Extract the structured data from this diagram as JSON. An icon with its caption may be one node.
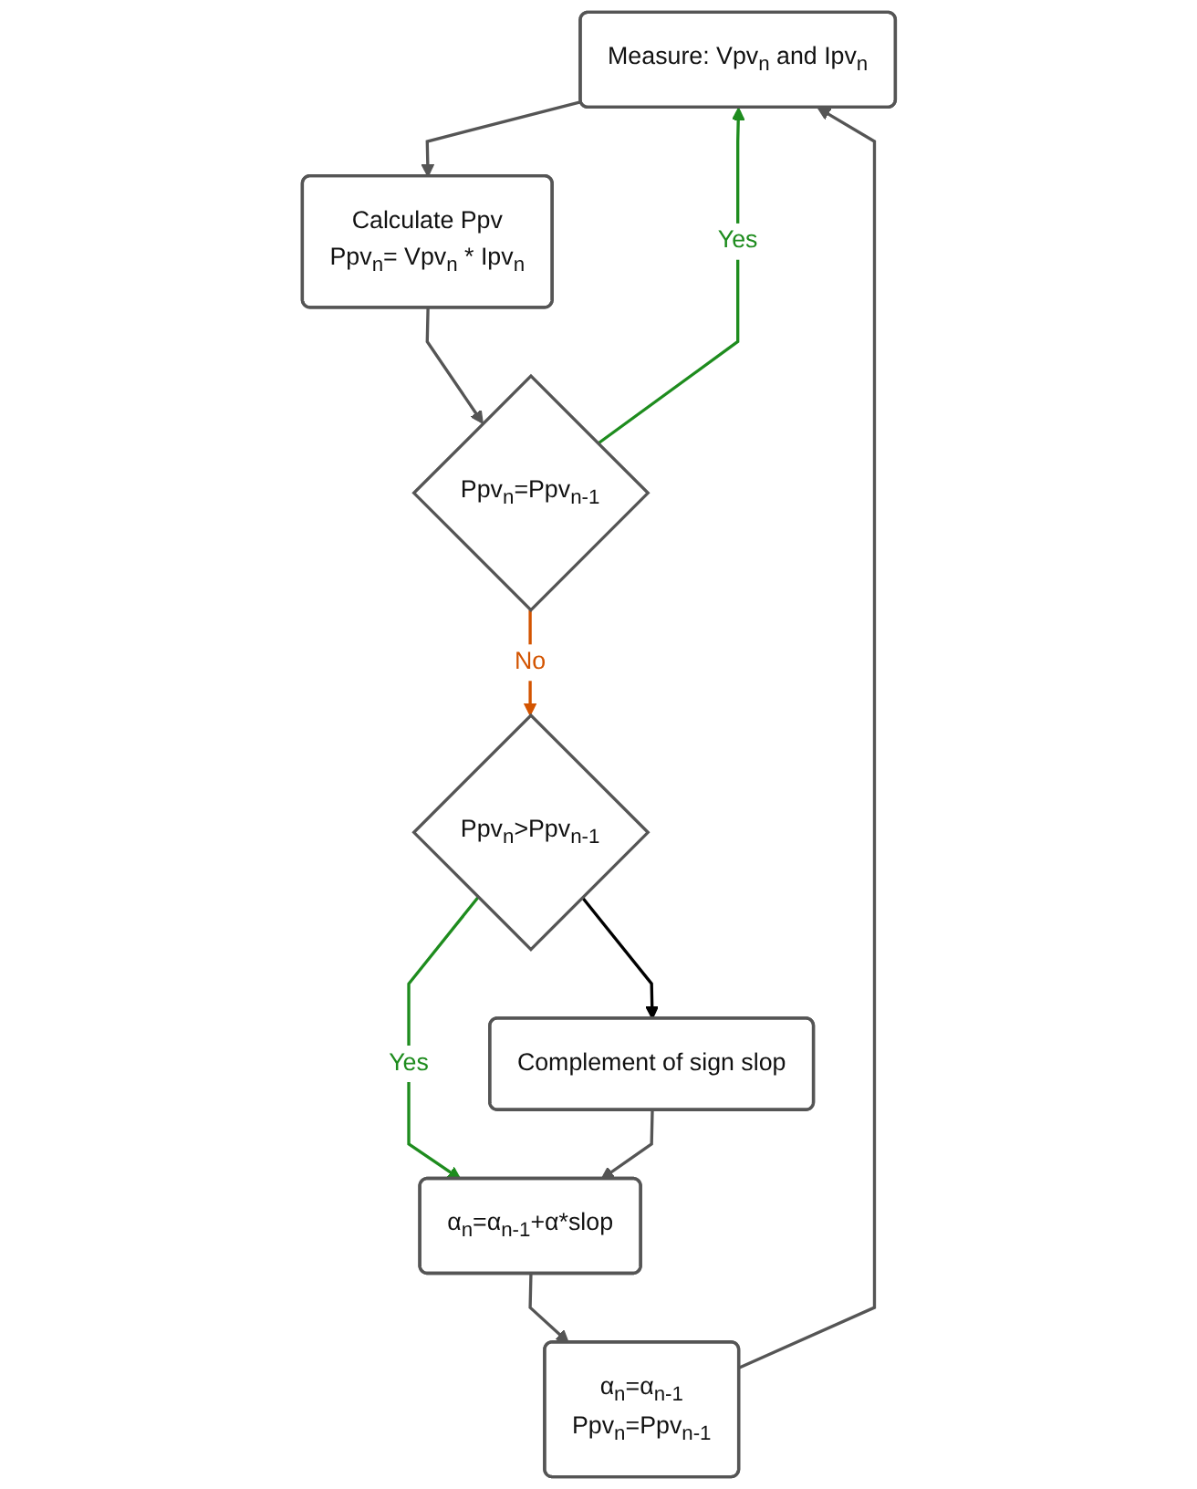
{
  "diagram": {
    "nodes": [
      {
        "text": [
          "Measure: Vpv$_{n}$ and Ipv$_{n}$"
        ]
      },
      {
        "text": [
          "Calculate Ppv",
          "Ppv$_{n}$= Vpv$_{n}$ * Ipv$_{n}$"
        ]
      },
      {
        "text": [
          "Ppv$_{n}$=Ppv$_{n-1}$"
        ]
      },
      {
        "text": [
          "Ppv$_{n}$>Ppv$_{n-1}$"
        ]
      },
      {
        "text": [
          "Complement of sign slop"
        ]
      },
      {
        "text": [
          "α$_{n}$=α$_{n-1}$+α*slop"
        ]
      },
      {
        "text": [
          "α$_{n}$=α$_{n-1}$",
          "Ppv$_{n}$=Ppv$_{n-1}$"
        ]
      }
    ],
    "edges": [
      {
        "from": 0,
        "to": 1,
        "arrow": "to"
      },
      {
        "from": 1,
        "to": 2,
        "arrow": "to"
      },
      {
        "from": 2,
        "to": 0,
        "arrow": "to",
        "label": "Yes",
        "color": "#1e8c1e"
      },
      {
        "from": 2,
        "to": 3,
        "arrow": "to",
        "label": "No",
        "color": "#d35400"
      },
      {
        "from": 3,
        "to": 4,
        "arrow": "to",
        "color": "#000000"
      },
      {
        "from": 3,
        "to": 5,
        "arrow": "to",
        "label": "Yes",
        "color": "#1e8c1e"
      },
      {
        "from": 4,
        "to": 5,
        "arrow": "to"
      },
      {
        "from": 5,
        "to": 6,
        "arrow": "to"
      },
      {
        "from": 6,
        "to": 0,
        "arrow": "to"
      }
    ]
  }
}
